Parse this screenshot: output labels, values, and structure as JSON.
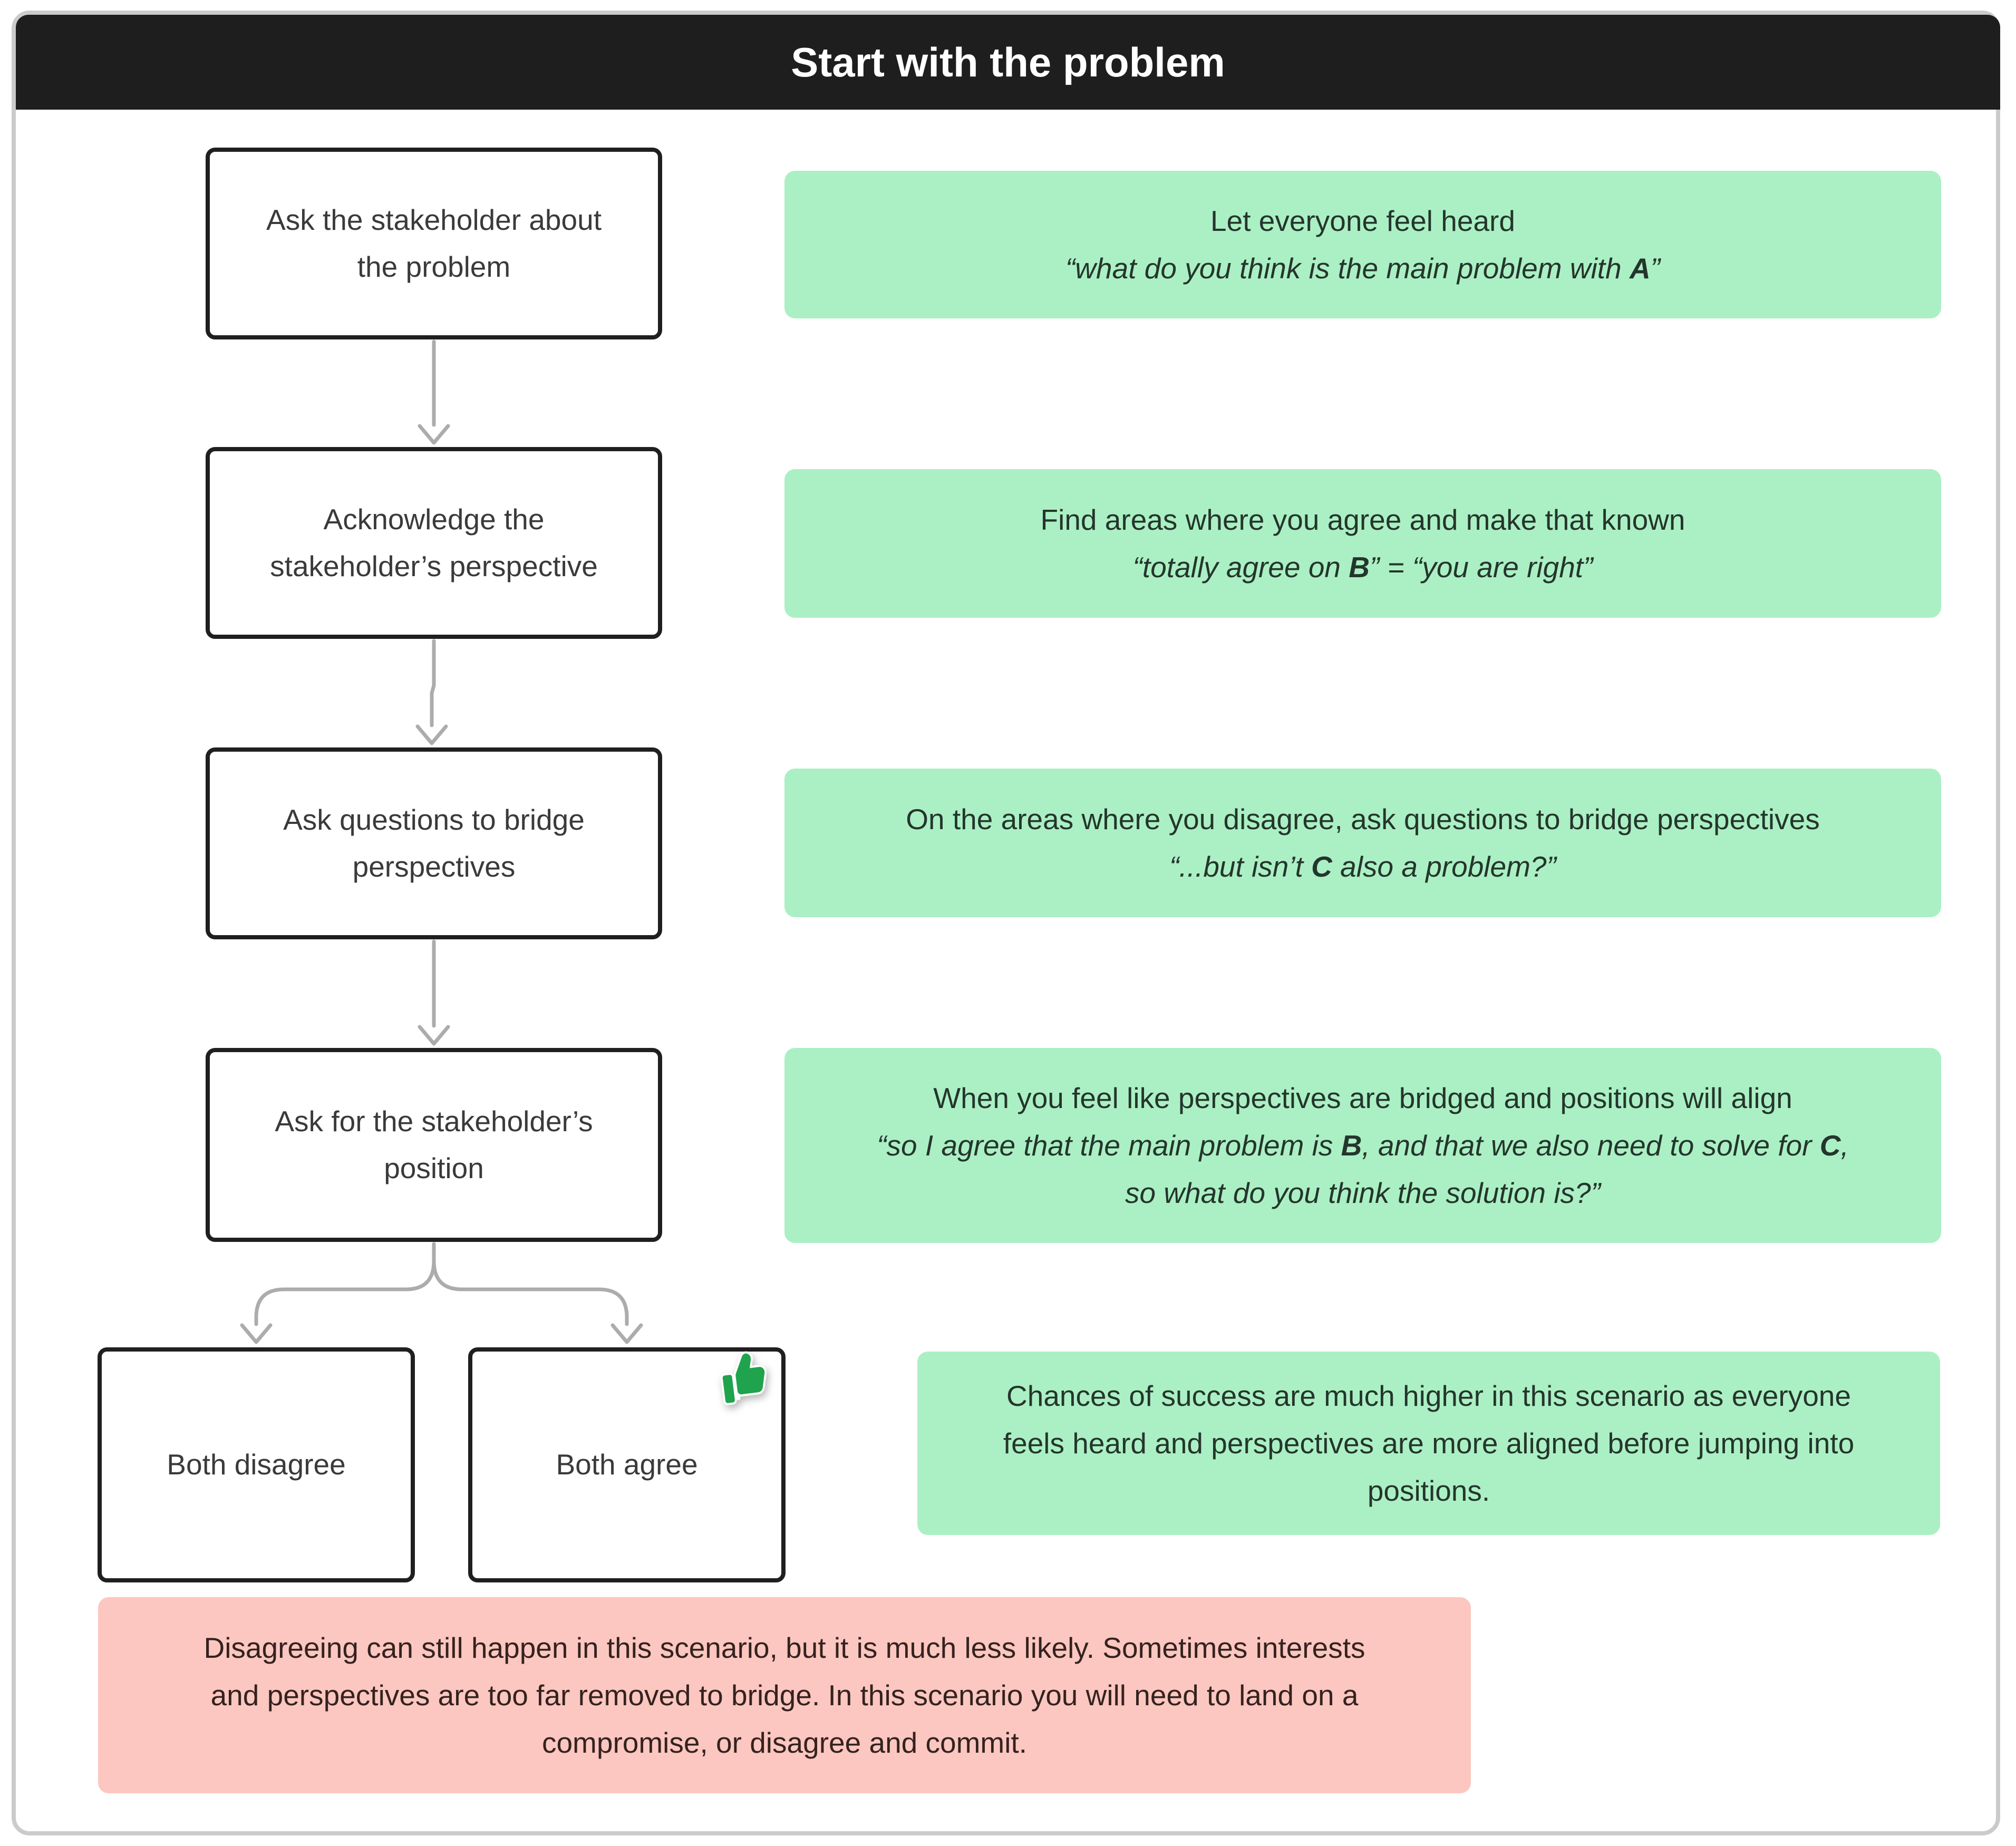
{
  "header": {
    "title": "Start with the problem"
  },
  "colors": {
    "header_bg": "#1e1e1e",
    "node_border": "#1f1f1f",
    "annotation_green_bg": "#abf0c4",
    "warning_red_bg": "#fcc7c0",
    "connector_gray": "#acacac",
    "thumb_green": "#1fa34d"
  },
  "flow": {
    "steps": [
      {
        "label": "Ask the stakeholder about\nthe problem"
      },
      {
        "label": "Acknowledge the\nstakeholder’s perspective"
      },
      {
        "label": "Ask questions to bridge\nperspectives"
      },
      {
        "label": "Ask for the stakeholder’s\nposition"
      }
    ],
    "outcomes": {
      "negative": "Both disagree",
      "positive": "Both agree",
      "positive_icon": "thumbs-up"
    }
  },
  "annotations": [
    {
      "line1": "Let everyone feel heard",
      "quote": [
        "“what do you think is the main problem with ",
        "A",
        "”"
      ]
    },
    {
      "line1": "Find areas where you agree and make that known",
      "quote": [
        "“totally agree on ",
        "B",
        "” = “you are right”"
      ]
    },
    {
      "line1": "On the areas where you disagree, ask questions to bridge perspectives",
      "quote": [
        "“...but isn’t ",
        "C",
        " also a problem?”"
      ]
    },
    {
      "line1": "When you feel like perspectives are bridged and positions will align",
      "quote": [
        "“so I agree that the main problem is ",
        "B",
        ", and that we also need to solve for ",
        "C",
        ","
      ],
      "quote2": "so what do you think the solution is?”"
    },
    {
      "line1": "Chances of success are much higher in this scenario as everyone\nfeels heard and perspectives are more aligned before jumping into\npositions."
    }
  ],
  "warning": "Disagreeing can still happen in this scenario, but it is much less likely. Sometimes interests\nand perspectives are too far removed to bridge. In this scenario you will need to land on a\ncompromise, or disagree and commit."
}
